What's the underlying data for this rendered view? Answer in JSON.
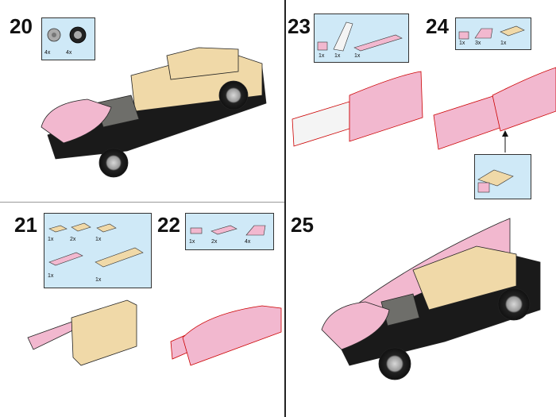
{
  "steps": [
    {
      "number": "20",
      "parts": [
        {
          "qty": "4x"
        },
        {
          "qty": "4x"
        }
      ]
    },
    {
      "number": "21",
      "parts": [
        {
          "qty": "1x"
        },
        {
          "qty": "2x"
        },
        {
          "qty": "1x"
        },
        {
          "qty": "1x"
        },
        {
          "qty": "1x"
        }
      ]
    },
    {
      "number": "22",
      "parts": [
        {
          "qty": "1x"
        },
        {
          "qty": "2x"
        },
        {
          "qty": "4x"
        }
      ]
    },
    {
      "number": "23",
      "parts": [
        {
          "qty": "1x"
        },
        {
          "qty": "1x"
        },
        {
          "qty": "1x"
        }
      ]
    },
    {
      "number": "24",
      "parts": [
        {
          "qty": "1x"
        },
        {
          "qty": "3x"
        },
        {
          "qty": "1x"
        }
      ]
    },
    {
      "number": "25",
      "parts": []
    }
  ],
  "colors": {
    "pink": "#f2b8cf",
    "tan": "#f0d9a8",
    "black": "#1a1a1a",
    "grey": "#6e6e6a",
    "white": "#f4f4f4",
    "box": "#cfe9f7"
  }
}
